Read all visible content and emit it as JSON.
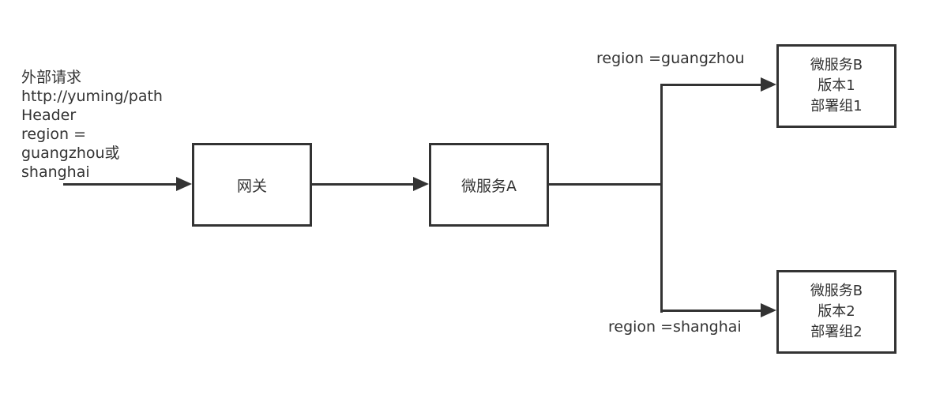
{
  "diagram": {
    "request_note": "外部请求\nhttp://yuming/path\nHeader\nregion =\nguangzhou或\nshanghai",
    "nodes": {
      "gateway": "网关",
      "service_a": "微服务A",
      "service_b_v1": "微服务B\n版本1\n部署组1",
      "service_b_v2": "微服务B\n版本2\n部署组2"
    },
    "edge_labels": {
      "guangzhou": "region =guangzhou",
      "shanghai": "region =shanghai"
    },
    "colors": {
      "line": "#333333",
      "text": "#333333",
      "background": "#ffffff"
    }
  }
}
